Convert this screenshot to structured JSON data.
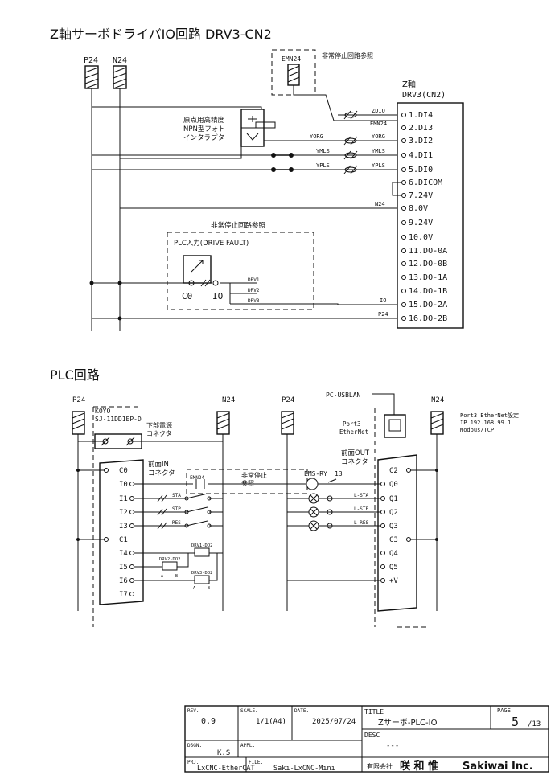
{
  "title_main": "Z軸サーボドライバIO回路 DRV3-CN2",
  "title_plc": "PLC回路",
  "upper": {
    "p24": "P24",
    "n24": "N24",
    "emn24": "EMN24",
    "emn24_note": "非常停止回路参照",
    "driver_title": "Z軸",
    "driver_name": "DRV3(CN2)",
    "photo_label": [
      "原点用高精度",
      "NPN型フォト",
      "インタラプタ"
    ],
    "pins": [
      "1.DI4",
      "2.DI3",
      "3.DI2",
      "4.DI1",
      "5.DI0",
      "6.DICOM",
      "7.24V",
      "8.0V",
      "9.24V",
      "10.0V",
      "11.DO-0A",
      "12.DO-0B",
      "13.DO-1A",
      "14.DO-1B",
      "15.DO-2A",
      "16.DO-2B"
    ],
    "wires": [
      "ZDIO",
      "EMN24",
      "YORG",
      "YORG",
      "YMLS",
      "YMLS",
      "YPLS",
      "YPLS",
      "N24",
      "IO",
      "P24"
    ],
    "estop_note": "非常停止回路参照",
    "plc_input": "PLC入力(DRIVE FAULT)",
    "c0": "C0",
    "io": "IO",
    "drv_lines": [
      "DRV1",
      "DRV2",
      "DRV3"
    ]
  },
  "plc": {
    "p24_left": "P24",
    "n24_mid": "N24",
    "p24_mid": "P24",
    "n24_right": "N24",
    "koyo": "KOYO",
    "model": "SJ-11DD1EP-D",
    "lower_conn": [
      "下部電源",
      "コネクタ"
    ],
    "front_in": [
      "前面IN",
      "コネクタ"
    ],
    "front_out": [
      "前面OUT",
      "コネクタ"
    ],
    "in_terms": [
      "C0",
      "I0",
      "I1",
      "I2",
      "I3",
      "C1",
      "I4",
      "I5",
      "I6",
      "I7"
    ],
    "out_terms": [
      "C2",
      "Q0",
      "Q1",
      "Q2",
      "Q3",
      "C3",
      "Q4",
      "Q5",
      "+V"
    ],
    "emn24": "EMN24",
    "estop": [
      "非常停止",
      "参照"
    ],
    "ems_ry": "EMS-RY",
    "ems_num": "13",
    "sw_labels": [
      "STA",
      "STP",
      "RES"
    ],
    "lamp_labels": [
      "L-STA",
      "L-STP",
      "L-RES"
    ],
    "drv_labels": [
      "DRV1-DO2",
      "DRV2-DO2",
      "DRV3-DO2"
    ],
    "ab": [
      "A",
      "B"
    ],
    "pc_usblan": "PC-USBLAN",
    "port3": [
      "Port3",
      "EtherNet"
    ],
    "net_note": [
      "Port3 EtherNet設定",
      "IP 192.168.99.1",
      "Modbus/TCP"
    ]
  },
  "titleblock": {
    "rev_label": "REV.",
    "rev": "0.9",
    "scale_label": "SCALE.",
    "scale": "1/1(A4)",
    "date_label": "DATE.",
    "date": "2025/07/24",
    "title_label": "TITLE",
    "title": "Zサーボ-PLC-IO",
    "page_label": "PAGE",
    "page": "5",
    "page_total": "/13",
    "dsgn_label": "DSGN.",
    "dsgn": "K.S",
    "appl_label": "APPL.",
    "desc_label": "DESC",
    "desc": "---",
    "prj_label": "PRJ.",
    "prj": "LxCNC-EtherCAT",
    "file_label": "FILE.",
    "file": "Saki-LxCNC-Mini",
    "company_prefix": "有限会社",
    "company_jp": "咲 和 惟",
    "company_en": "Sakiwai Inc."
  }
}
